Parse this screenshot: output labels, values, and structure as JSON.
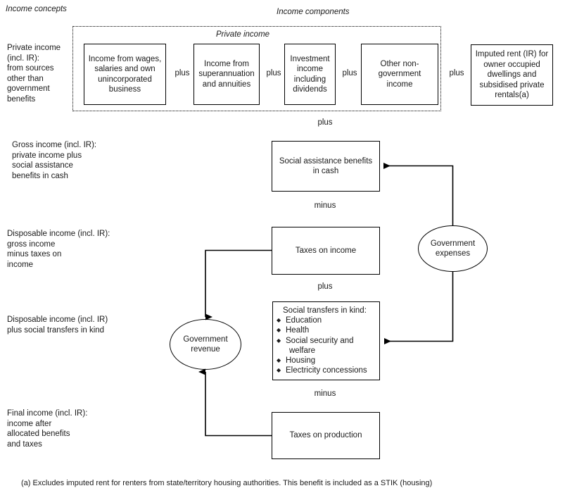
{
  "headers": {
    "income_concepts": "Income concepts",
    "income_components": "Income components",
    "private_income_group": "Private income"
  },
  "side_labels": {
    "private_income": "Private income\n(incl. IR):\n   from sources\n   other than\n   government\n   benefits",
    "gross_income": "Gross income (incl. IR):\n   private income plus\n   social assistance\n   benefits in cash",
    "disposable_income": "Disposable income (incl. IR):\n gross income\n minus taxes on\n income",
    "disposable_plus_stik": "Disposable income (incl. IR)\nplus social transfers in kind",
    "final_income": "Final income (incl. IR):\n  income after\n  allocated benefits\n  and taxes"
  },
  "boxes": {
    "wages": "Income from wages, salaries and own unincorporated business",
    "superannuation": "Income from superannuation and annuities",
    "investment": "Investment income including dividends",
    "other_non_gov": "Other non-government income",
    "imputed_rent": "Imputed rent (IR) for owner occupied dwellings and subsidised private rentals(a)",
    "social_assistance": "Social assistance benefits in cash",
    "taxes_on_income": "Taxes on income",
    "taxes_on_production": "Taxes on production"
  },
  "stik": {
    "title": "Social transfers in kind:",
    "items": [
      "Education",
      "Health",
      "Social security and",
      "Housing",
      "Electricity concessions"
    ],
    "welfare_continuation": "welfare"
  },
  "ellipses": {
    "government_expenses": "Government expenses",
    "government_revenue": "Government revenue"
  },
  "operators": {
    "plus_1": "plus",
    "plus_2": "plus",
    "plus_3": "plus",
    "plus_4": "plus",
    "plus_below_private": "plus",
    "minus_below_social_assistance": "minus",
    "plus_below_taxes_income": "plus",
    "minus_below_stik": "minus"
  },
  "footnote": "(a) Excludes imputed rent for renters from state/territory housing authorities. This benefit is included as a STIK (housing)",
  "colors": {
    "stroke": "#000000",
    "text": "#1a1a1a",
    "background": "#ffffff"
  }
}
